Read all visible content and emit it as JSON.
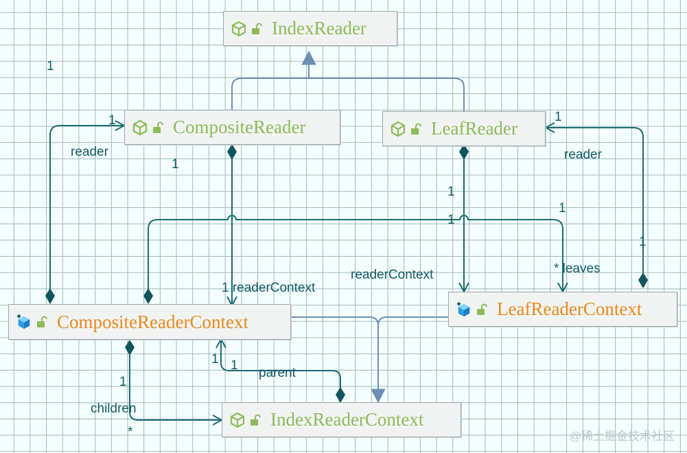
{
  "classes": {
    "index_reader": "IndexReader",
    "composite_reader": "CompositeReader",
    "leaf_reader": "LeafReader",
    "composite_reader_context": "CompositeReaderContext",
    "leaf_reader_context": "LeafReaderContext",
    "index_reader_context": "IndexReaderContext"
  },
  "labels": {
    "m_top_left": "1",
    "m_cr_in": "1",
    "role_reader_left": "reader",
    "m_cr_out": "1",
    "m_lr_in": "1",
    "role_reader_right": "reader",
    "m_lr_out_a": "1",
    "m_lr_out_b": "1",
    "m_leaves": "1",
    "m_right_bottom": "1",
    "role_leaves": "* leaves",
    "role_reader_context_right": "readerContext",
    "role_reader_context_left": "1 readerContext",
    "m_parent_out": "1",
    "m_parent_in": "1",
    "role_parent": "parent",
    "m_children_out": "1",
    "role_children": "children",
    "m_children_star": "*"
  },
  "watermark": "@稀土掘金技术社区",
  "colors": {
    "association": "#1a6b73",
    "inheritance": "#6e8db5",
    "class_name": "#8dbb5a",
    "context_name": "#e8891e"
  },
  "icons": {
    "class": "class-cube-icon",
    "context": "context-cube-icon",
    "lock": "unlocked-padlock-icon"
  }
}
